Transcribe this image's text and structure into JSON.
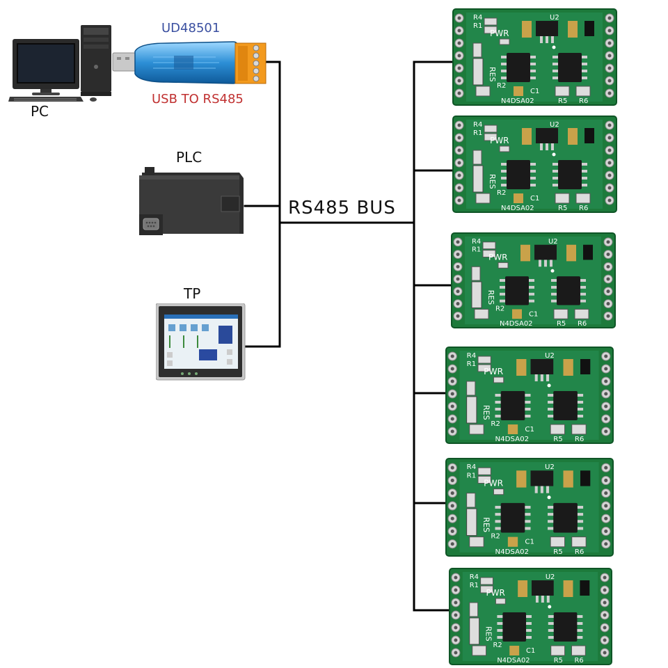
{
  "labels": {
    "pc": "PC",
    "plc": "PLC",
    "tp": "TP",
    "adapter_model": "UD48501",
    "adapter_desc": "USB TO RS485",
    "bus": "RS485 BUS"
  },
  "module": {
    "model": "N4DSA02",
    "silkscreen": [
      "R4",
      "R1",
      "PWR",
      "U2",
      "RES",
      "R2",
      "C1",
      "R5",
      "R6"
    ]
  },
  "module_count": 6,
  "colors": {
    "pcb": "#1a7a3c",
    "wire": "#000000",
    "adapter_model": "#3a4fa0",
    "adapter_desc": "#c03030",
    "terminal": "#f39a1e"
  }
}
